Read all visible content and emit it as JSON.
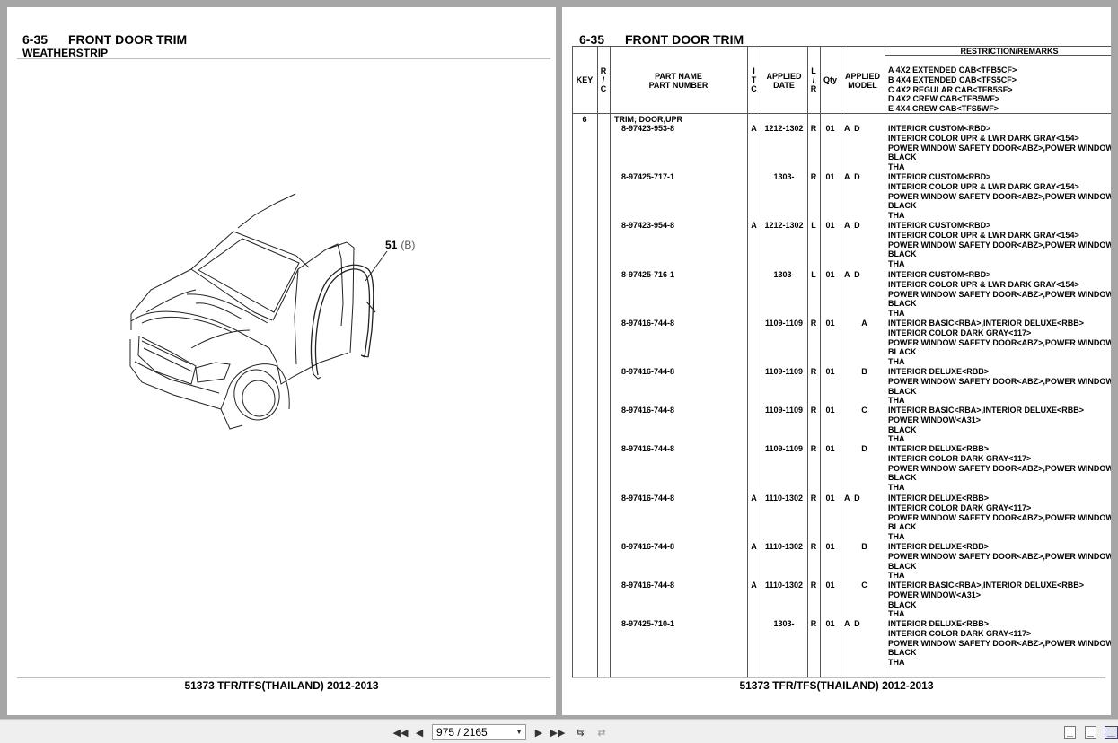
{
  "header": {
    "section_number": "6-35",
    "section_title": "FRONT DOOR TRIM",
    "subtitle": "WEATHERSTRIP"
  },
  "diagram": {
    "callout_number": "51",
    "callout_suffix": "(B)"
  },
  "footer": "51373 TFR/TFS(THAILAND) 2012-2013",
  "table": {
    "headers": {
      "key": "KEY",
      "rc": "R\n/\nC",
      "part_name": "PART NAME",
      "part_number": "PART NUMBER",
      "itc": "I\nT\nC",
      "applied_date": "APPLIED\nDATE",
      "lr": "L\n/\nR",
      "qty": "Qty",
      "applied_model": "APPLIED\nMODEL",
      "restriction": "RESTRICTION/REMARKS"
    },
    "model_legend": [
      "A 4X2 EXTENDED CAB<TFB5CF>",
      "B 4X4 EXTENDED CAB<TFS5CF>",
      "C 4X2 REGULAR CAB<TFB5SF>",
      "D 4X2 CREW CAB<TFB5WF>",
      "E 4X4 CREW CAB<TFS5WF>"
    ],
    "key_value": "6",
    "part_name_value": "TRIM; DOOR,UPR",
    "rows": [
      {
        "part_number": "8-97423-953-8",
        "itc": "A",
        "date": "1212-1302",
        "lr": "R",
        "qty": "01",
        "model": "A  D",
        "remarks": [
          "INTERIOR CUSTOM<RBD>",
          "INTERIOR COLOR UPR & LWR DARK GRAY<154>",
          "POWER WINDOW SAFETY DOOR<ABZ>,POWER WINDOW",
          "BLACK",
          "THA"
        ]
      },
      {
        "part_number": "8-97425-717-1",
        "itc": "",
        "date": "1303-",
        "lr": "R",
        "qty": "01",
        "model": "A  D",
        "remarks": [
          "INTERIOR CUSTOM<RBD>",
          "INTERIOR COLOR UPR & LWR DARK GRAY<154>",
          "POWER WINDOW SAFETY DOOR<ABZ>,POWER WINDOW",
          "BLACK",
          "THA"
        ]
      },
      {
        "part_number": "8-97423-954-8",
        "itc": "A",
        "date": "1212-1302",
        "lr": "L",
        "qty": "01",
        "model": "A  D",
        "remarks": [
          "INTERIOR CUSTOM<RBD>",
          "INTERIOR COLOR UPR & LWR DARK GRAY<154>",
          "POWER WINDOW SAFETY DOOR<ABZ>,POWER WINDOW",
          "BLACK",
          "THA"
        ]
      },
      {
        "part_number": "8-97425-716-1",
        "itc": "",
        "date": "1303-",
        "lr": "L",
        "qty": "01",
        "model": "A  D",
        "remarks": [
          "INTERIOR CUSTOM<RBD>",
          "INTERIOR COLOR UPR & LWR DARK GRAY<154>",
          "POWER WINDOW SAFETY DOOR<ABZ>,POWER WINDOW",
          "BLACK",
          "THA"
        ]
      },
      {
        "part_number": "8-97416-744-8",
        "itc": "",
        "date": "1109-1109",
        "lr": "R",
        "qty": "01",
        "model": "A",
        "remarks": [
          "INTERIOR BASIC<RBA>,INTERIOR DELUXE<RBB>",
          "INTERIOR COLOR DARK GRAY<117>",
          "POWER WINDOW SAFETY DOOR<ABZ>,POWER WINDOW",
          "BLACK",
          "THA"
        ]
      },
      {
        "part_number": "8-97416-744-8",
        "itc": "",
        "date": "1109-1109",
        "lr": "R",
        "qty": "01",
        "model": "B",
        "remarks": [
          "INTERIOR DELUXE<RBB>",
          "POWER WINDOW SAFETY DOOR<ABZ>,POWER WINDOW",
          "BLACK",
          "THA"
        ]
      },
      {
        "part_number": "8-97416-744-8",
        "itc": "",
        "date": "1109-1109",
        "lr": "R",
        "qty": "01",
        "model": "C",
        "remarks": [
          "INTERIOR BASIC<RBA>,INTERIOR DELUXE<RBB>",
          "POWER WINDOW<A31>",
          "BLACK",
          "THA"
        ]
      },
      {
        "part_number": "8-97416-744-8",
        "itc": "",
        "date": "1109-1109",
        "lr": "R",
        "qty": "01",
        "model": "D",
        "remarks": [
          "INTERIOR DELUXE<RBB>",
          "INTERIOR COLOR DARK GRAY<117>",
          "POWER WINDOW SAFETY DOOR<ABZ>,POWER WINDOW",
          "BLACK",
          "THA"
        ]
      },
      {
        "part_number": "8-97416-744-8",
        "itc": "A",
        "date": "1110-1302",
        "lr": "R",
        "qty": "01",
        "model": "A  D",
        "remarks": [
          "INTERIOR DELUXE<RBB>",
          "INTERIOR COLOR DARK GRAY<117>",
          "POWER WINDOW SAFETY DOOR<ABZ>,POWER WINDOW",
          "BLACK",
          "THA"
        ]
      },
      {
        "part_number": "8-97416-744-8",
        "itc": "A",
        "date": "1110-1302",
        "lr": "R",
        "qty": "01",
        "model": "B",
        "remarks": [
          "INTERIOR DELUXE<RBB>",
          "POWER WINDOW SAFETY DOOR<ABZ>,POWER WINDOW",
          "BLACK",
          "THA"
        ]
      },
      {
        "part_number": "8-97416-744-8",
        "itc": "A",
        "date": "1110-1302",
        "lr": "R",
        "qty": "01",
        "model": "C",
        "remarks": [
          "INTERIOR BASIC<RBA>,INTERIOR DELUXE<RBB>",
          "POWER WINDOW<A31>",
          "BLACK",
          "THA"
        ]
      },
      {
        "part_number": "8-97425-710-1",
        "itc": "",
        "date": "1303-",
        "lr": "R",
        "qty": "01",
        "model": "A  D",
        "remarks": [
          "INTERIOR DELUXE<RBB>",
          "INTERIOR COLOR DARK GRAY<117>",
          "POWER WINDOW SAFETY DOOR<ABZ>,POWER WINDOW",
          "BLACK",
          "THA"
        ]
      }
    ]
  },
  "toolbar": {
    "page_indicator": "975 / 2165",
    "icons": {
      "first": "first-page-icon",
      "prev": "previous-page-icon",
      "next": "next-page-icon",
      "last": "last-page-icon",
      "back": "back-view-icon",
      "forward": "forward-view-icon",
      "single": "single-page-view-icon",
      "continuous": "continuous-view-icon",
      "facing": "facing-pages-view-icon"
    }
  }
}
